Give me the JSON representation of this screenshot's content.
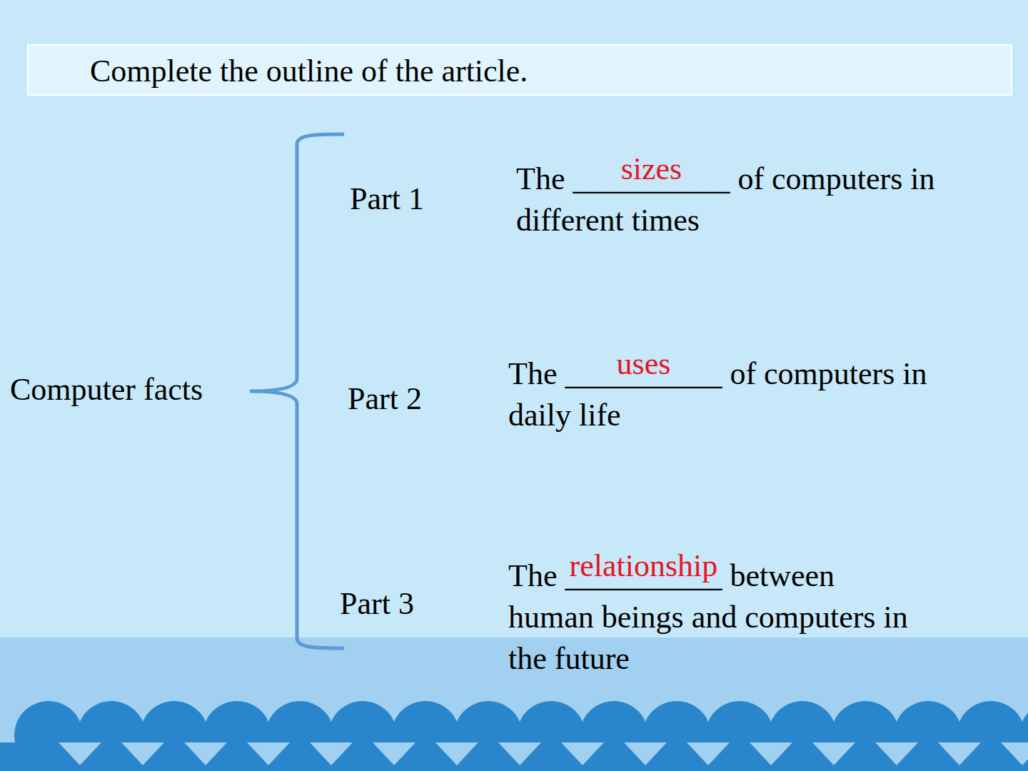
{
  "diagram": {
    "title": "Complete the outline of the article.",
    "labels": [
      "Computer facts",
      "Part 1",
      "The",
      "__________",
      "sizes",
      "of computers in",
      "different times",
      "Part 2",
      "The",
      "__________",
      "uses",
      "of computers in",
      "daily life",
      "Part 3",
      "The",
      "__________",
      "relationship",
      "between",
      "human beings and computers in",
      "the future"
    ]
  }
}
